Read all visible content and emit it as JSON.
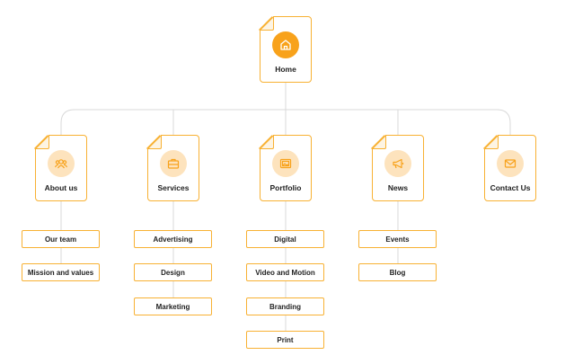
{
  "root": {
    "label": "Home",
    "icon": "home-icon"
  },
  "sections": [
    {
      "label": "About us",
      "icon": "people-icon",
      "children": [
        "Our team",
        "Mission and values"
      ]
    },
    {
      "label": "Services",
      "icon": "briefcase-icon",
      "children": [
        "Advertising",
        "Design",
        "Marketing"
      ]
    },
    {
      "label": "Portfolio",
      "icon": "image-icon",
      "children": [
        "Digital",
        "Video and Motion",
        "Branding",
        "Print"
      ]
    },
    {
      "label": "News",
      "icon": "megaphone-icon",
      "children": [
        "Events",
        "Blog"
      ]
    },
    {
      "label": "Contact Us",
      "icon": "mail-icon",
      "children": []
    }
  ],
  "colors": {
    "accent": "#f8b133",
    "icon_bg": "#fde3bd",
    "root_icon_bg": "#f8a21b",
    "line": "#d9d9d9"
  }
}
